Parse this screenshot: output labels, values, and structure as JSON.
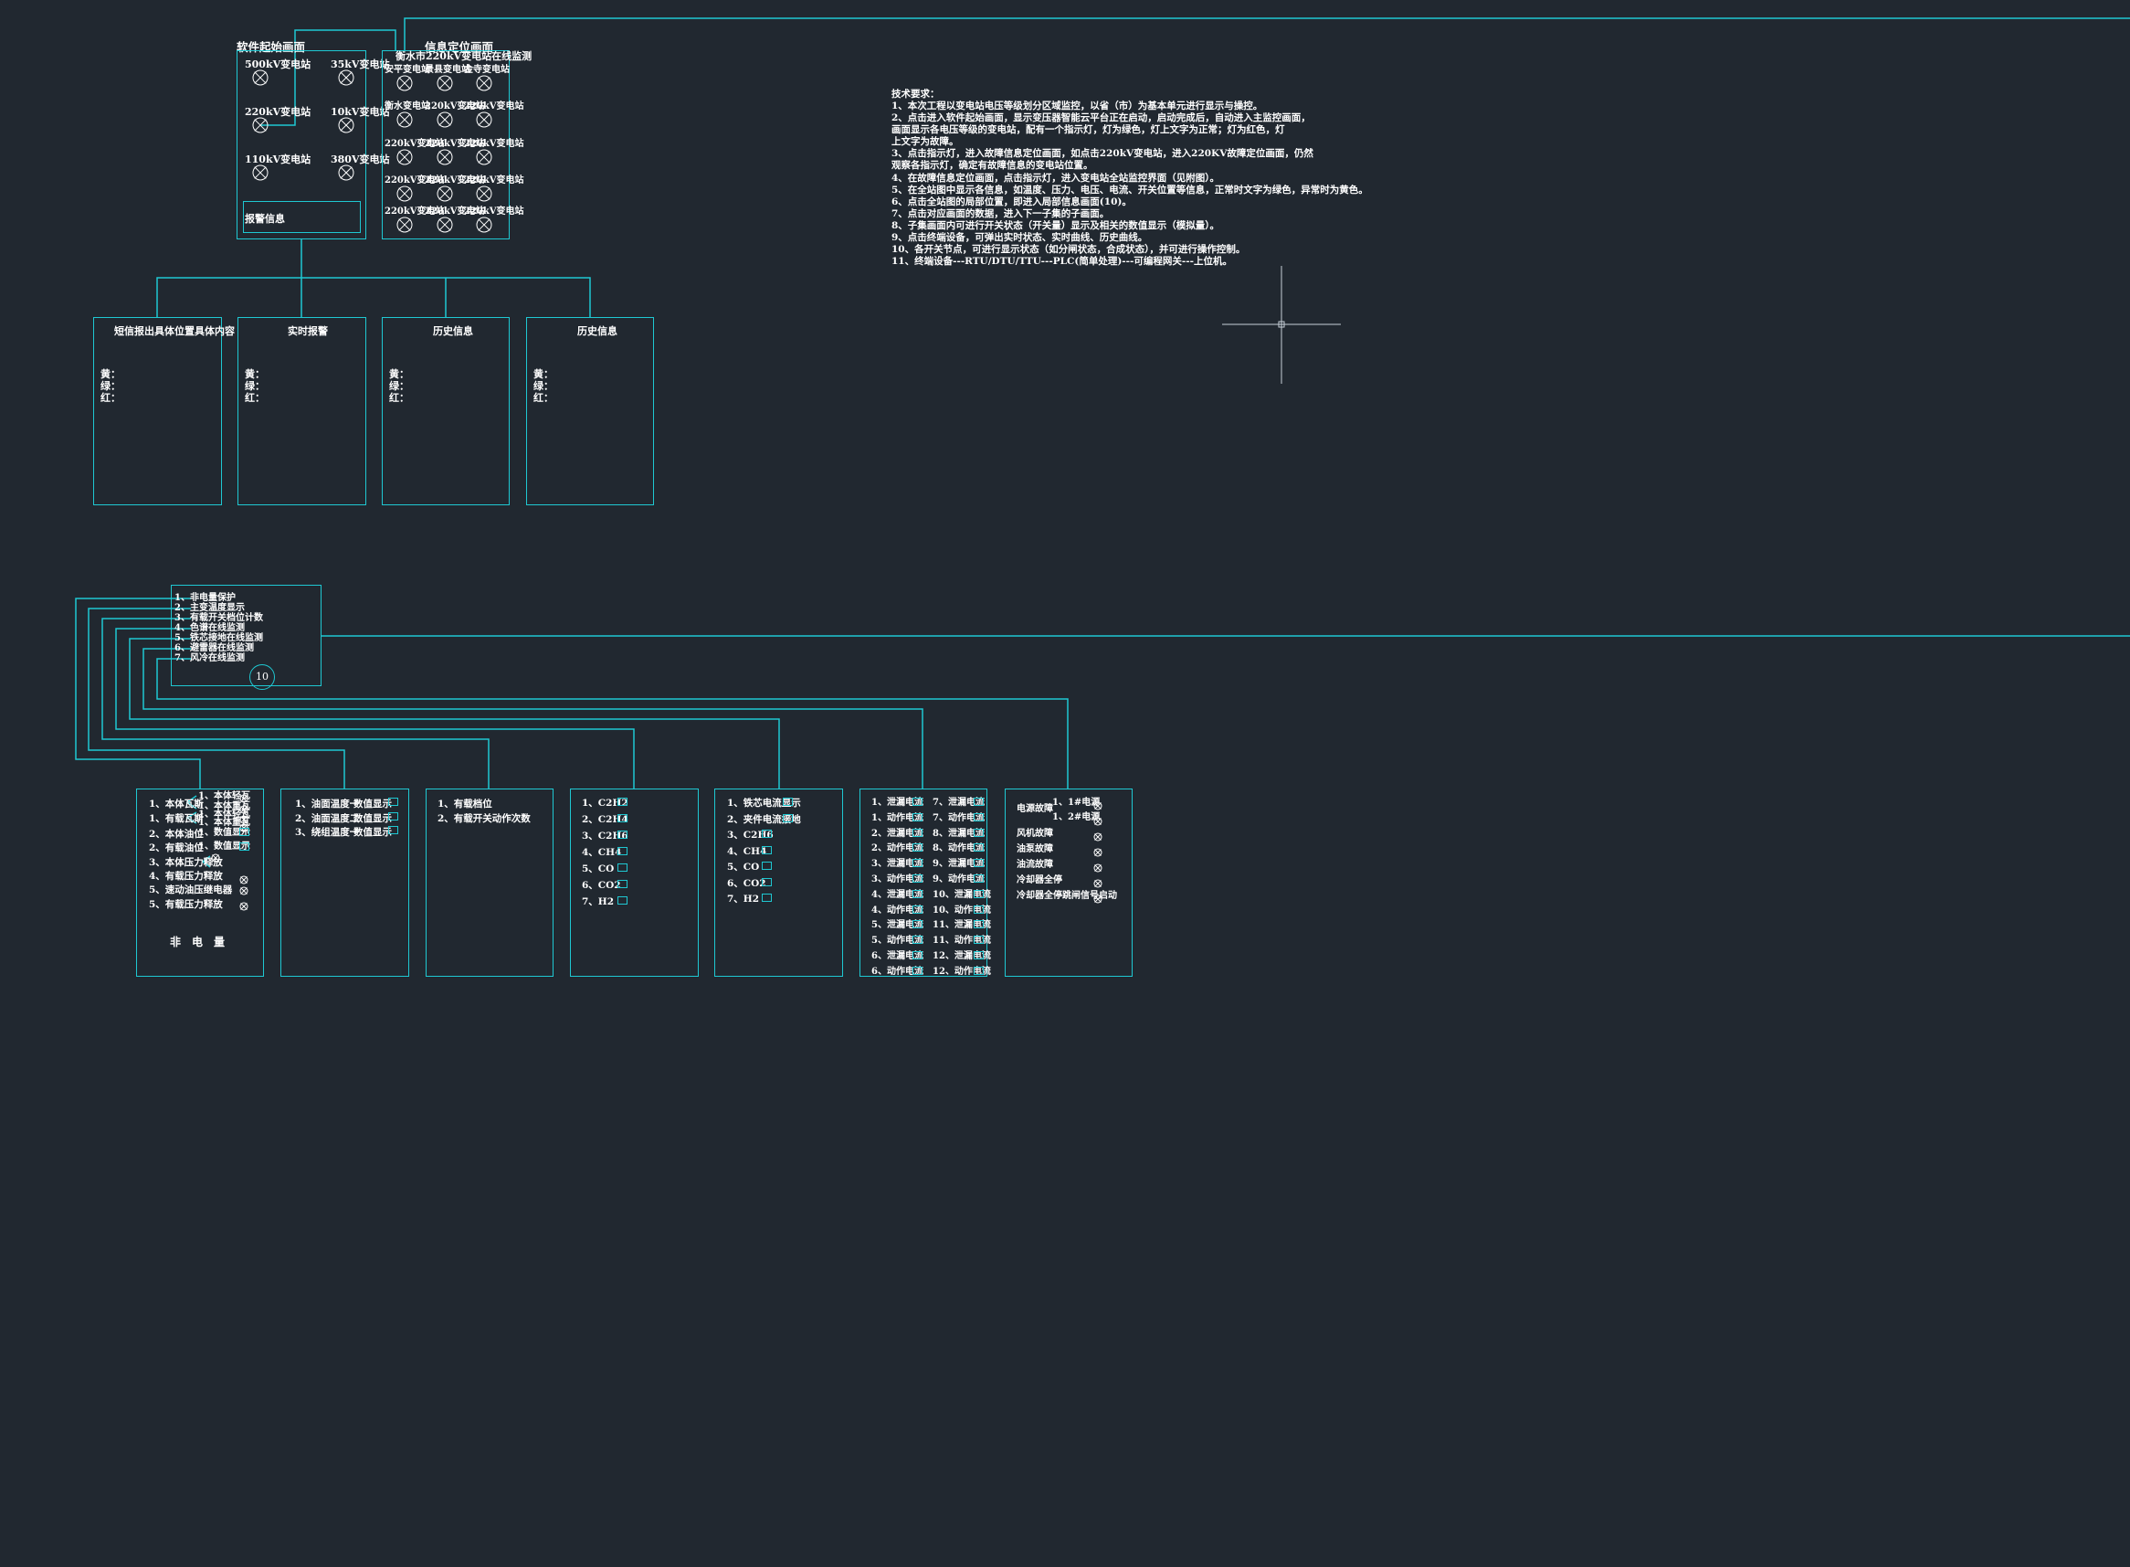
{
  "colors": {
    "background": "#212830",
    "line": "#1fc8d2",
    "text": "#ffffff"
  },
  "top": {
    "start_title": "软件起始画面",
    "station_levels": [
      "500kV变电站",
      "35kV变电站",
      "220kV变电站",
      "10kV变电站",
      "110kV变电站",
      "380V变电站"
    ],
    "alarm_info": "报警信息",
    "locate_title": "信息定位画面",
    "locate_subtitle": "衡水市220kV变电站在线监测",
    "locate_rows": [
      [
        "安平变电站",
        "景县变电站",
        "金寺变电站"
      ],
      [
        "衡水变电站",
        "220kV变电站",
        "220kV变电站"
      ],
      [
        "220kV变电站",
        "220kV变电站",
        "220kV变电站"
      ],
      [
        "220kV变电站",
        "220kV变电站",
        "220kV变电站"
      ],
      [
        "220kV变电站",
        "220kV变电站",
        "220kV变电站"
      ]
    ]
  },
  "mid": [
    {
      "title": "短信报出具体位置具体内容",
      "lines": [
        "黄：",
        "绿：",
        "红："
      ]
    },
    {
      "title": "实时报警",
      "lines": [
        "黄：",
        "绿：",
        "红："
      ]
    },
    {
      "title": "历史信息",
      "lines": [
        "黄：",
        "绿：",
        "红："
      ]
    },
    {
      "title": "历史信息",
      "lines": [
        "黄：",
        "绿：",
        "红："
      ]
    }
  ],
  "tech": {
    "title": "技术要求：",
    "lines": [
      "1、本次工程以变电站电压等级划分区域监控，以省（市）为基本单元进行显示与操控。",
      "2、点击进入软件起始画面，显示变压器智能云平台正在启动，启动完成后，自动进入主监控画面，",
      "      画面显示各电压等级的变电站，配有一个指示灯，灯为绿色，灯上文字为正常；灯为红色，灯",
      "      上文字为故障。",
      "3、点击指示灯，进入故障信息定位画面，如点击220kV变电站，进入220KV故障定位画面，仍然",
      "      观察各指示灯，确定有故障信息的变电站位置。",
      "4、在故障信息定位画面，点击指示灯，进入变电站全站监控界面（见附图）。",
      "5、在全站图中显示各信息，如温度、压力、电压、电流、开关位置等信息，正常时文字为绿色，异常时为黄色。",
      "6、点击全站图的局部位置，即进入局部信息画面(10)。",
      "7、点击对应画面的数据，进入下一子集的子画面。",
      "8、子集画面内可进行开关状态（开关量）显示及相关的数值显示（模拟量）。",
      "9、点击终端设备，可弹出实时状态、实时曲线、历史曲线。",
      "10、各开关节点，可进行显示状态（如分闸状态，合成状态），并可进行操作控制。",
      "11、终端设备---RTU/DTU/TTU---PLC(简单处理)---可编程网关---上位机。"
    ]
  },
  "menu": {
    "items": [
      "1、非电量保护",
      "2、主变温度显示",
      "3、有载开关档位计数",
      "4、色谱在线监测",
      "5、铁芯接地在线监测",
      "6、避雷器在线监测",
      "7、风冷在线监测"
    ],
    "badge": "10"
  },
  "b1": {
    "left": [
      "1、本体瓦斯",
      "1、有载瓦斯",
      "2、本体油位",
      "2、有载油位",
      "3、本体压力释放",
      "4、有载压力释放",
      "5、速动油压继电器",
      "5、有载压力释放"
    ],
    "right": [
      "1、本体轻瓦",
      "1、本体重瓦",
      "1、本体轻瓦",
      "1、本体重瓦",
      "1、数值显示",
      "1、数值显示"
    ],
    "footer": "非　电　量"
  },
  "b2": {
    "left": [
      "1、油面温度一",
      "2、油面温度二",
      "3、绕组温度一"
    ],
    "right": [
      "数值显示",
      "数值显示",
      "数值显示"
    ]
  },
  "b3": {
    "items": [
      "1、有载档位",
      "2、有载开关动作次数"
    ]
  },
  "b4": {
    "items": [
      "1、C2H2",
      "2、C2H4",
      "3、C2H6",
      "4、CH4",
      "5、CO",
      "6、CO2",
      "7、H2"
    ]
  },
  "b5": {
    "items": [
      "1、铁芯电流显示",
      "2、夹件电流接地",
      "3、C2H6",
      "4、CH4",
      "5、CO",
      "6、CO2",
      "7、H2"
    ]
  },
  "b6": {
    "left": [
      "1、泄漏电流",
      "1、动作电流",
      "2、泄漏电流",
      "2、动作电流",
      "3、泄漏电流",
      "3、动作电流",
      "4、泄漏电流",
      "4、动作电流",
      "5、泄漏电流",
      "5、动作电流",
      "6、泄漏电流",
      "6、动作电流"
    ],
    "right": [
      "7、泄漏电流",
      "7、动作电流",
      "8、泄漏电流",
      "8、动作电流",
      "9、泄漏电流",
      "9、动作电流",
      "10、泄漏电流",
      "10、动作电流",
      "11、泄漏电流",
      "11、动作电流",
      "12、泄漏电流",
      "12、动作电流"
    ]
  },
  "b7": {
    "power_fault": "电源故障",
    "power_items": [
      "1、1#电源",
      "1、2#电源"
    ],
    "items": [
      "风机故障",
      "油泵故障",
      "油流故障",
      "冷却器全停",
      "冷却器全停跳闸信号启动"
    ]
  }
}
